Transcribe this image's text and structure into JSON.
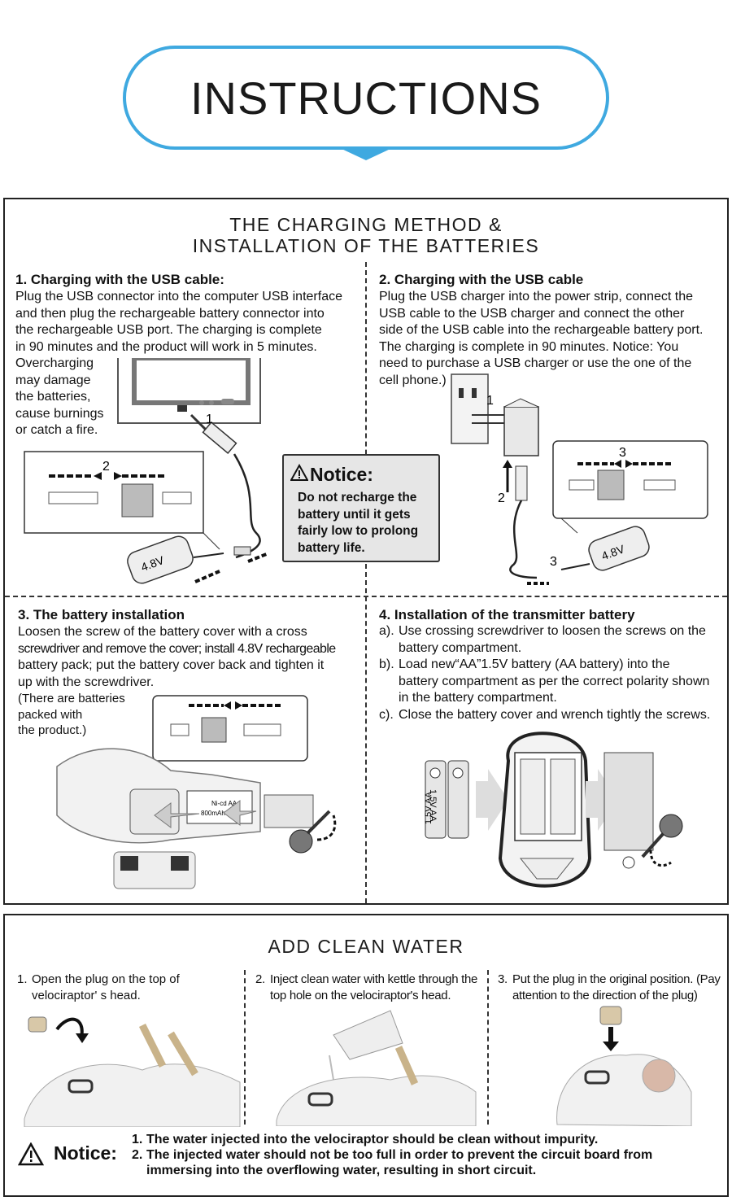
{
  "header": {
    "title": "INSTRUCTIONS"
  },
  "charging": {
    "title": "THE CHARGING METHOD &\nINSTALLATION OF THE BATTERIES",
    "s1": {
      "heading": "1. Charging with the USB cable:",
      "lines": [
        "Plug the USB connector into the computer USB interface",
        "and then plug the rechargeable battery connector into",
        "the rechargeable USB port. The charging is complete",
        "in 90 minutes and the product will work in 5 minutes."
      ],
      "warn_lines": [
        "Overcharging",
        "may damage",
        "the batteries,",
        "cause burnings",
        "or catch a fire."
      ],
      "labels": {
        "step1": "1",
        "step2": "2",
        "battery": "4.8V"
      }
    },
    "s2": {
      "heading": "2. Charging with the USB cable",
      "lines": [
        "Plug the USB charger into the power strip, connect the",
        "USB cable to the USB charger and connect the other",
        "side of the USB cable into the rechargeable battery port.",
        "The charging is complete in 90 minutes. Notice: You",
        "need to purchase a USB charger or use the one of the",
        "cell phone.)"
      ],
      "labels": {
        "step1": "1",
        "step2": "2",
        "step3a": "3",
        "step3b": "3",
        "battery": "4.8V"
      }
    },
    "notice": {
      "label": "Notice:",
      "lines": [
        "Do not recharge the",
        "battery until it gets",
        "fairly low to prolong",
        "battery life."
      ]
    },
    "s3": {
      "heading": "3. The battery installation",
      "lines": [
        "Loosen the screw of the battery cover with a cross",
        "screwdriver and remove the cover; install 4.8V rechargeable",
        "battery pack; put the battery cover back and tighten it",
        "up with the screwdriver."
      ],
      "note_lines": [
        "(There are batteries",
        "packed with",
        "the product.)"
      ],
      "labels": {
        "pack_line1": "Ni-cd AA",
        "pack_line2": "800mAh 4.8V"
      }
    },
    "s4": {
      "heading": "4. Installation of the transmitter battery",
      "items": [
        {
          "marker": "a).",
          "text": "Use crossing screwdriver to loosen the screws on the battery compartment."
        },
        {
          "marker": "b).",
          "text": "Load new“AA”1.5V battery (AA battery) into the battery compartment as per the correct polarity shown in the battery compartment."
        },
        {
          "marker": "c).",
          "text": "Close the battery cover and wrench tightly the screws."
        }
      ],
      "labels": {
        "aa": "1.5V AA"
      }
    }
  },
  "water": {
    "title": "ADD CLEAN WATER",
    "steps": [
      {
        "marker": "1.",
        "text": "Open the plug on the top of velociraptor' s head."
      },
      {
        "marker": "2.",
        "text": "Inject clean water with kettle through the top hole on the velociraptor's head."
      },
      {
        "marker": "3.",
        "text": "Put the plug in the original position. (Pay attention to the direction of the plug)"
      }
    ],
    "notice": {
      "label": "Notice:",
      "items": [
        {
          "marker": "1.",
          "text": "The water injected into the velociraptor should be clean without impurity."
        },
        {
          "marker": "2.",
          "text": "The injected water should not be too full in order to prevent the circuit board from immersing into the overflowing water, resulting in short circuit."
        }
      ]
    }
  },
  "colors": {
    "accent": "#3fa9e0",
    "notice_bg": "#e6e6e6",
    "border": "#222222"
  }
}
